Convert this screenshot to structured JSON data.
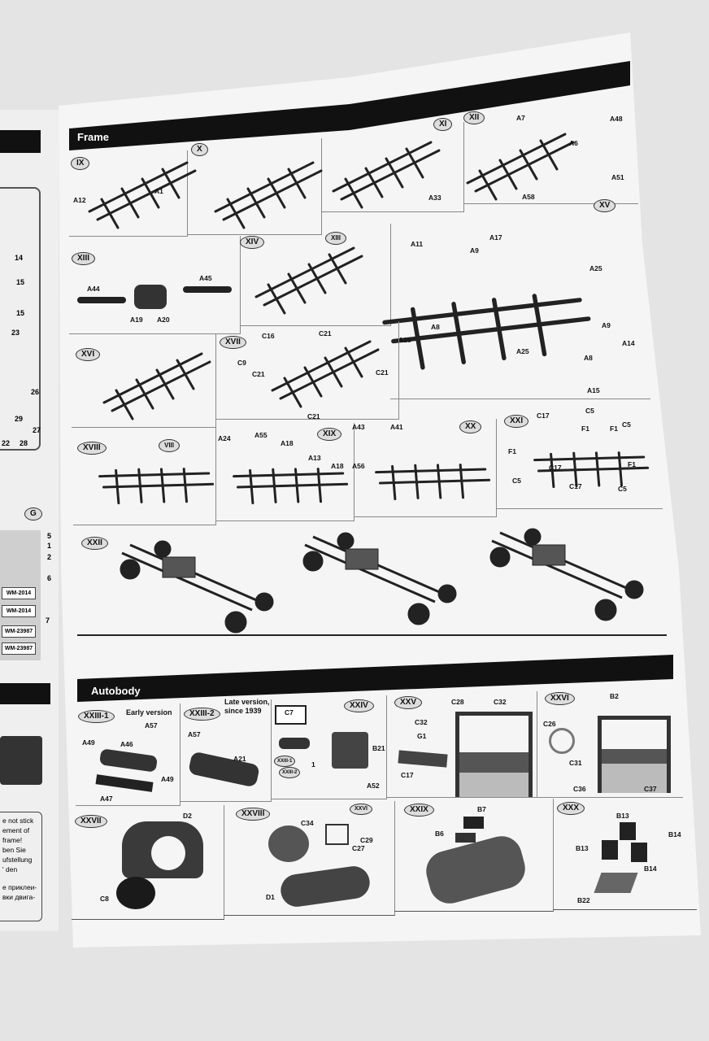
{
  "left_page": {
    "badge": "G",
    "callouts": [
      "5",
      "1",
      "2",
      "6",
      "7"
    ],
    "plates": [
      "WM-2014",
      "WM-2014",
      "WM-23987",
      "WM-23987"
    ],
    "sprue_numbers": [
      "14",
      "15",
      "15",
      "23",
      "26",
      "29",
      "27",
      "28",
      "22"
    ],
    "notice_lines": [
      "e not stick",
      "ement of",
      "frame!",
      "ben Sie",
      "ufstellung",
      "' den",
      "е приклеи-",
      "вки двига-"
    ]
  },
  "frame": {
    "title": "Frame",
    "steps": [
      {
        "id": "IX",
        "parts": [
          "A12",
          "A1"
        ]
      },
      {
        "id": "X",
        "parts": []
      },
      {
        "id": "XI",
        "parts": [
          "A33"
        ]
      },
      {
        "id": "XII",
        "parts": [
          "A7",
          "A48",
          "A6",
          "A51",
          "A58"
        ]
      },
      {
        "id": "XIII",
        "parts": [
          "A44",
          "A19",
          "A20",
          "A45"
        ]
      },
      {
        "id": "XIV",
        "parts": [
          "XIII"
        ]
      },
      {
        "id": "XV",
        "parts": [
          "A11",
          "A9",
          "A17",
          "A25",
          "A16",
          "A8",
          "A9",
          "A14",
          "A25",
          "A8",
          "A15"
        ]
      },
      {
        "id": "XVI",
        "parts": []
      },
      {
        "id": "XVII",
        "parts": [
          "C16",
          "C21",
          "C9",
          "C21",
          "C21",
          "C21"
        ]
      },
      {
        "id": "XVIII",
        "parts": [
          "VIII"
        ]
      },
      {
        "id": "XIX",
        "parts": [
          "A24",
          "A55",
          "A18",
          "A13",
          "A18"
        ]
      },
      {
        "id": "XX",
        "parts": [
          "A43",
          "A41",
          "A56"
        ]
      },
      {
        "id": "XXI",
        "parts": [
          "C17",
          "C5",
          "F1",
          "F1",
          "C5",
          "F1",
          "C17",
          "C5",
          "F1",
          "C17",
          "C5"
        ]
      },
      {
        "id": "XXII",
        "parts": []
      }
    ]
  },
  "autobody": {
    "title": "Autobody",
    "steps": [
      {
        "id": "XXIII-1",
        "caption": "Early version",
        "parts": [
          "A57",
          "A49",
          "A46",
          "A49",
          "A47"
        ]
      },
      {
        "id": "XXIII-2",
        "caption": "Late version, since 1939",
        "parts": [
          "A57",
          "A21"
        ]
      },
      {
        "id": "XXIV",
        "parts": [
          "C7",
          "B21",
          "XXIII-1",
          "1",
          "XXIII-2",
          "A52"
        ]
      },
      {
        "id": "XXV",
        "parts": [
          "C28",
          "C32",
          "C32",
          "G1",
          "C17"
        ]
      },
      {
        "id": "XXVI",
        "parts": [
          "B2",
          "C26",
          "C31",
          "C36",
          "C37"
        ]
      },
      {
        "id": "XXVII",
        "parts": [
          "D2",
          "C8"
        ]
      },
      {
        "id": "XXVIII",
        "parts": [
          "XXVI",
          "C34",
          "C29",
          "C27",
          "D1"
        ]
      },
      {
        "id": "XXIX",
        "parts": [
          "B7",
          "B6"
        ]
      },
      {
        "id": "XXX",
        "parts": [
          "B13",
          "B14",
          "B13",
          "B14",
          "B22"
        ]
      }
    ]
  }
}
